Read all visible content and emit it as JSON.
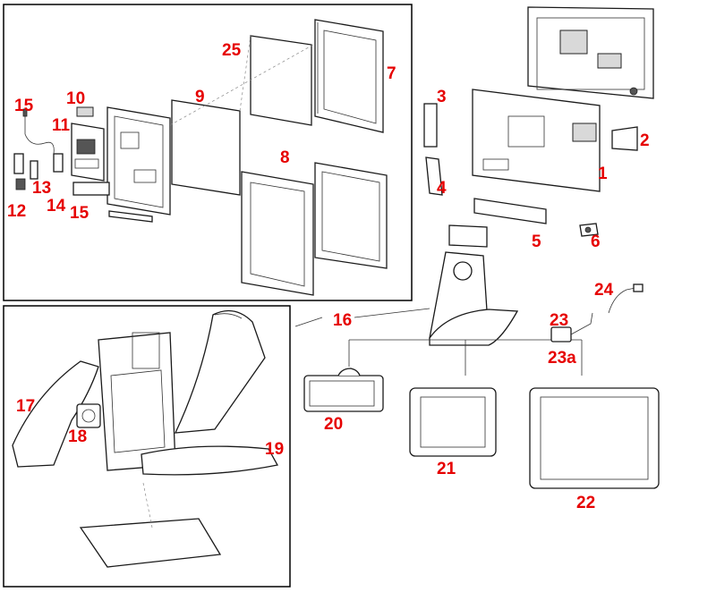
{
  "callouts": {
    "c1": "1",
    "c2": "2",
    "c3": "3",
    "c4": "4",
    "c5": "5",
    "c6": "6",
    "c7": "7",
    "c8": "8",
    "c9": "9",
    "c10": "10",
    "c11": "11",
    "c12": "12",
    "c13": "13",
    "c14": "14",
    "c15a": "15",
    "c15b": "15",
    "c16": "16",
    "c17": "17",
    "c18": "18",
    "c19": "19",
    "c20": "20",
    "c21": "21",
    "c22": "22",
    "c23": "23",
    "c23a": "23a",
    "c24": "24",
    "c25": "25"
  },
  "colors": {
    "callout": "#e60000",
    "line": "#1a1a1a",
    "frame": "#000000"
  }
}
